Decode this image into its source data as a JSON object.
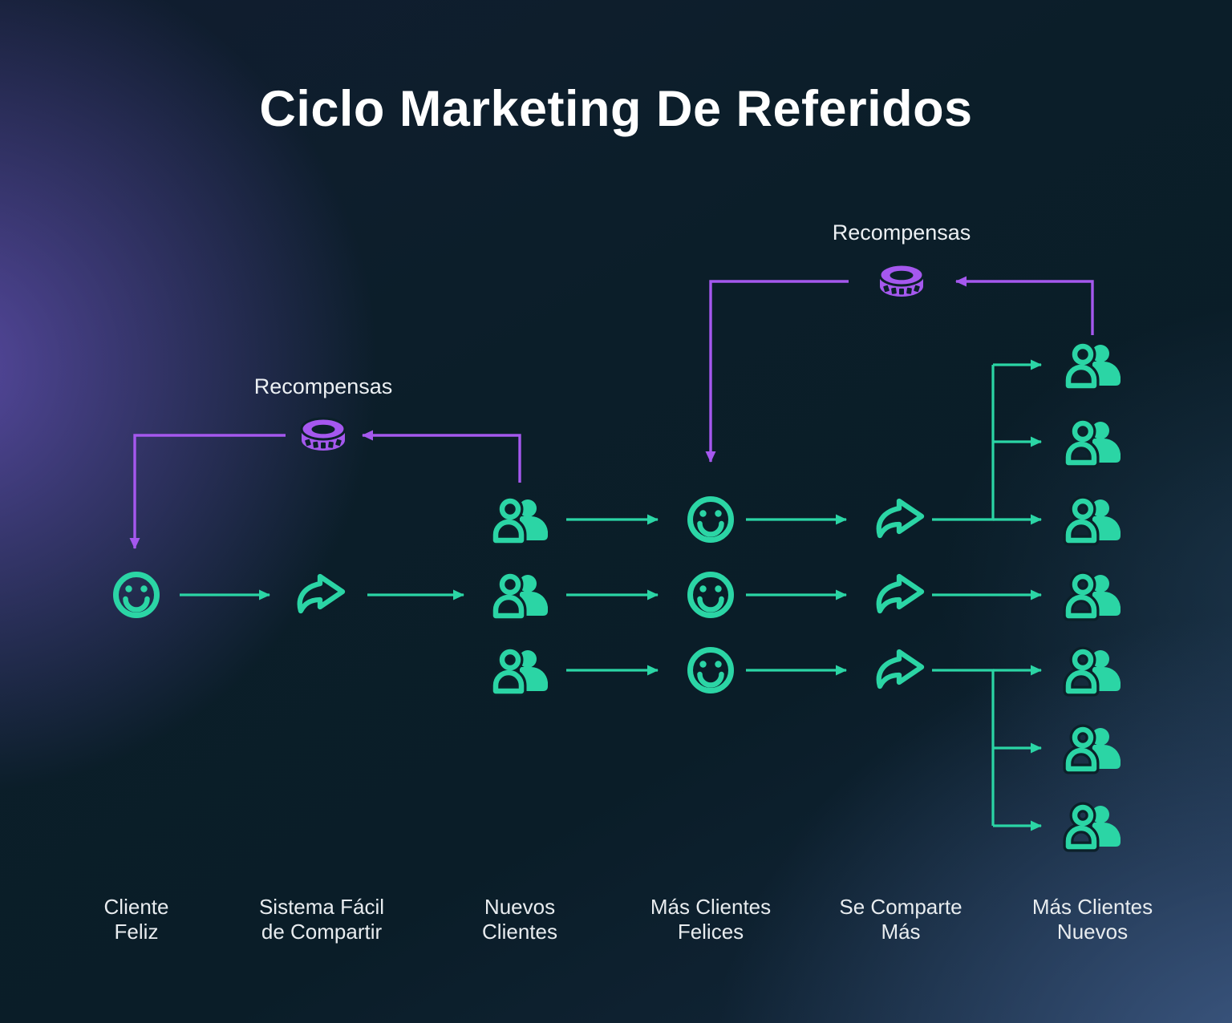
{
  "title": "Ciclo Marketing De Referidos",
  "rewards": {
    "left": {
      "label": "Recompensas",
      "icon": "coin-icon"
    },
    "right": {
      "label": "Recompensas",
      "icon": "coin-icon"
    }
  },
  "stages": [
    {
      "id": "cliente-feliz",
      "label_lines": [
        "Cliente",
        "Feliz"
      ],
      "icon": "smiley-face-icon",
      "icon_count": 1
    },
    {
      "id": "sistema-facil",
      "label_lines": [
        "Sistema Fácil",
        "de Compartir"
      ],
      "icon": "share-arrow-icon",
      "icon_count": 1
    },
    {
      "id": "nuevos-clientes",
      "label_lines": [
        "Nuevos",
        "Clientes"
      ],
      "icon": "people-icon",
      "icon_count": 3
    },
    {
      "id": "mas-clientes-felices",
      "label_lines": [
        "Más Clientes",
        "Felices"
      ],
      "icon": "smiley-face-icon",
      "icon_count": 3
    },
    {
      "id": "se-comparte-mas",
      "label_lines": [
        "Se Comparte",
        "Más"
      ],
      "icon": "share-arrow-icon",
      "icon_count": 3
    },
    {
      "id": "mas-clientes-nuevos",
      "label_lines": [
        "Más Clientes",
        "Nuevos"
      ],
      "icon": "people-icon",
      "icon_count": 7
    }
  ],
  "colors": {
    "accent_teal": "#2BD5A5",
    "accent_purple": "#A558EE",
    "text": "#E8ECEF",
    "background_dark": "#0A1D28"
  }
}
